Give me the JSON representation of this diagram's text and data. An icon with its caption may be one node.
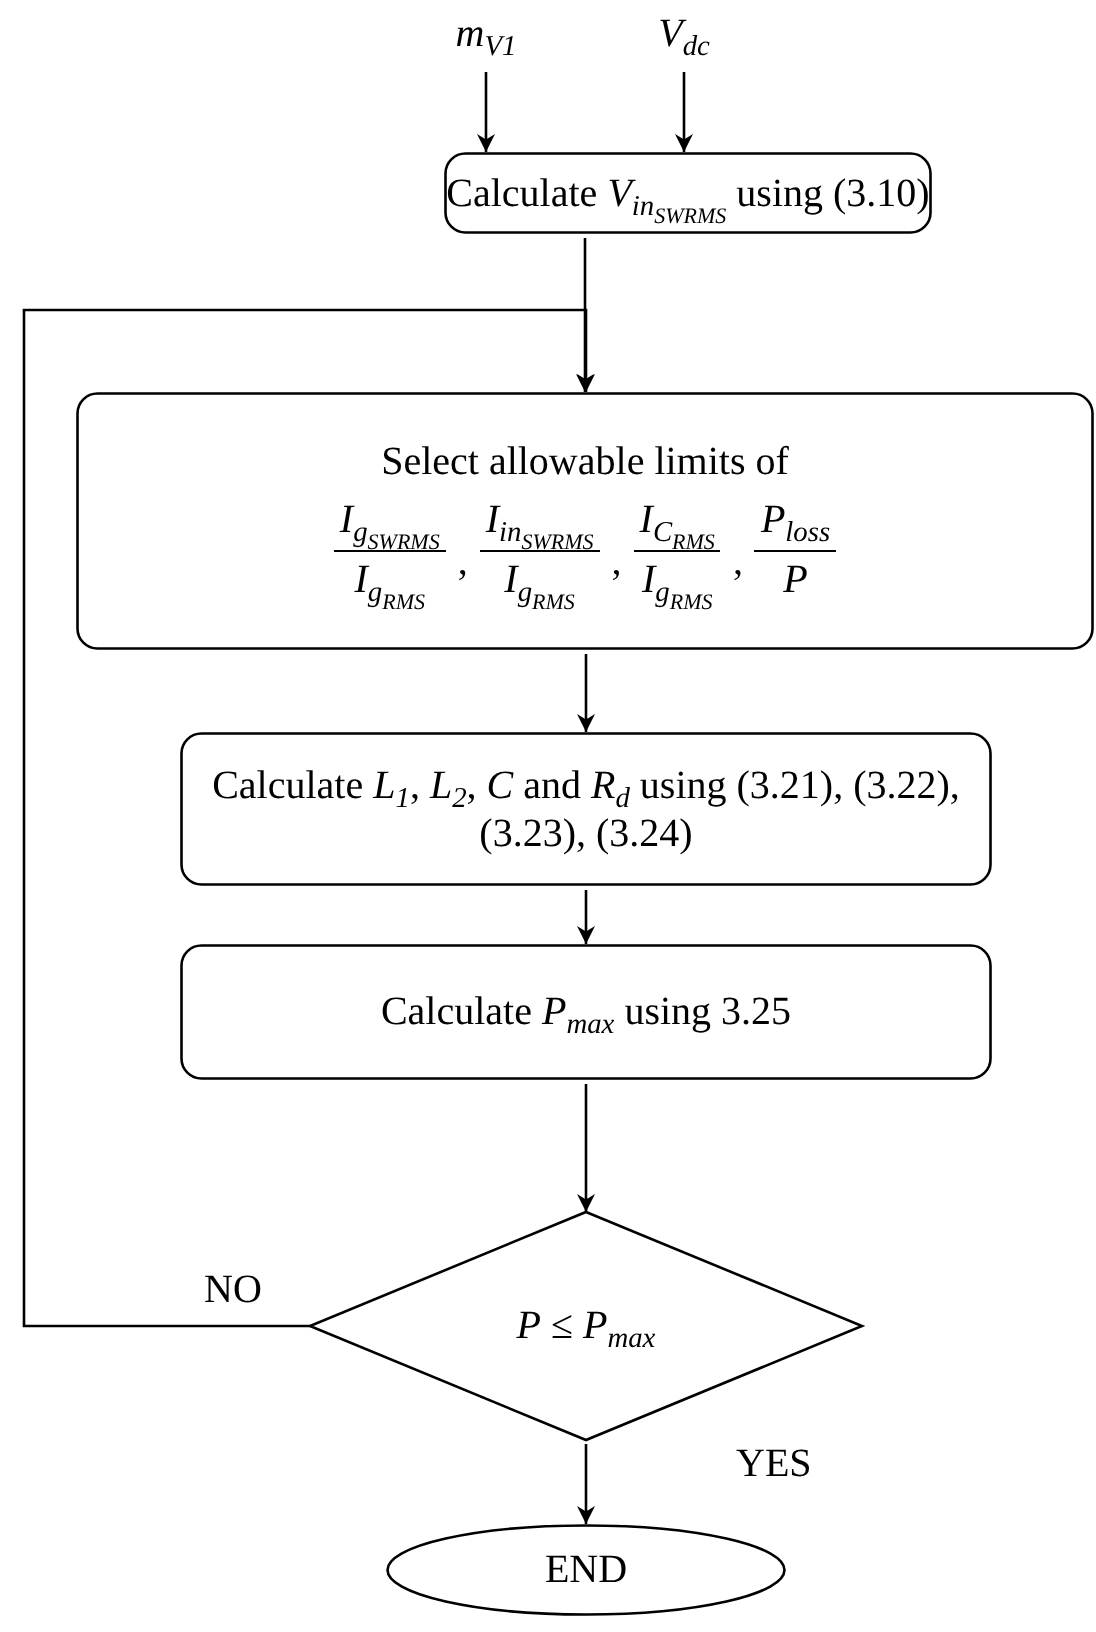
{
  "diagram": {
    "nodes": [
      {
        "text": [
          "*m*$_{V1}$"
        ]
      },
      {
        "text": [
          "*V*$_{dc}$"
        ]
      },
      {
        "text": [
          "Calculate *V*$_{in}$$_{SWRMS}$ using (3.10)"
        ]
      },
      {
        "text": [
          "Select allowable limits of",
          "*I*$_{g}$$_{SWRMS}$",
          "*I*$_{g}$$_{RMS}$",
          ",",
          "*I*$_{in}$$_{SWRMS}$",
          "*I*$_{g}$$_{RMS}$",
          ",",
          "*I*$_{C}$$_{RMS}$",
          "*I*$_{g}$$_{RMS}$",
          ",",
          "*P*$_{loss}$",
          "*P*"
        ]
      },
      {
        "text": [
          "Calculate *L*$_{1}$, *L*$_{2}$, *C* and *R*$_{d}$ using (3.21), (3.22), (3.23), (3.24)"
        ]
      },
      {
        "text": [
          "Calculate *P*$_{max}$ using 3.25"
        ]
      },
      {
        "text": [
          "*P* ≤ *P*$_{max}$"
        ]
      },
      {
        "text": [
          "END"
        ]
      }
    ],
    "edges": [
      {
        "from": 0,
        "to": 2,
        "arrow": "to"
      },
      {
        "from": 1,
        "to": 2,
        "arrow": "to"
      },
      {
        "from": 2,
        "to": 3,
        "arrow": "to"
      },
      {
        "from": 3,
        "to": 4,
        "arrow": "to"
      },
      {
        "from": 4,
        "to": 5,
        "arrow": "to"
      },
      {
        "from": 5,
        "to": 6,
        "arrow": "to"
      },
      {
        "from": 6,
        "to": 7,
        "arrow": "to",
        "label": "YES"
      },
      {
        "from": 6,
        "to": 3,
        "arrow": "to",
        "label": "NO"
      }
    ]
  }
}
